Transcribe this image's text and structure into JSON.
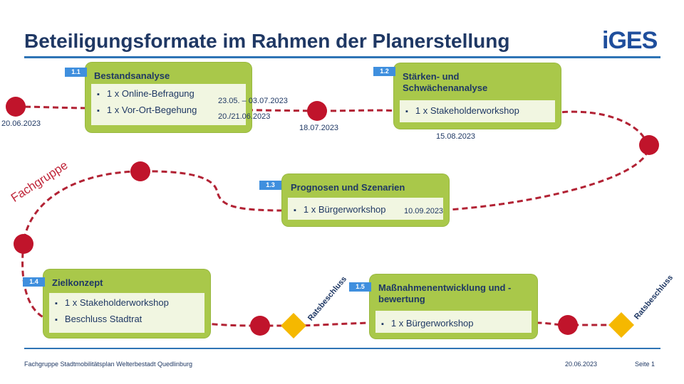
{
  "title": "Beteiligungsformate im Rahmen der Planerstellung",
  "logo": "iGES",
  "annotation_fachgruppe": "Fachgruppe",
  "ratsbeschluss": "Ratsbeschluss",
  "boxes": [
    {
      "num": "1.1",
      "title": "Bestandsanalyse",
      "items": [
        "1 x Online-Befragung",
        "1 x Vor-Ort-Begehung"
      ],
      "item_dates": [
        "23.05. – 03.07.2023",
        "20./21.06.2023"
      ]
    },
    {
      "num": "1.2",
      "title": "Stärken- und Schwächenanalyse",
      "items": [
        "1 x Stakeholderworkshop"
      ],
      "item_dates": []
    },
    {
      "num": "1.3",
      "title": "Prognosen und Szenarien",
      "items": [
        "1 x Bürgerworkshop"
      ],
      "item_dates": [
        "10.09.2023"
      ]
    },
    {
      "num": "1.4",
      "title": "Zielkonzept",
      "items": [
        "1 x Stakeholderworkshop",
        "Beschluss Stadtrat"
      ],
      "item_dates": []
    },
    {
      "num": "1.5",
      "title": "Maßnahmenentwicklung und -bewertung",
      "items": [
        "1 x Bürgerworkshop"
      ],
      "item_dates": []
    }
  ],
  "milestone_dates": [
    "20.06.2023",
    "18.07.2023",
    "15.08.2023"
  ],
  "footer": {
    "left": "Fachgruppe Stadtmobilitätsplan Welterbestadt Quedlinburg",
    "date": "20.06.2023",
    "page": "Seite 1"
  },
  "colors": {
    "title": "#1f3864",
    "accent_rule": "#2e74b5",
    "box_green": "#a9c84a",
    "box_inner": "#f1f6e1",
    "path_red": "#b22234",
    "milestone_red": "#c0142b",
    "decision_yellow": "#f5b800",
    "badge_blue": "#3f8fde"
  }
}
